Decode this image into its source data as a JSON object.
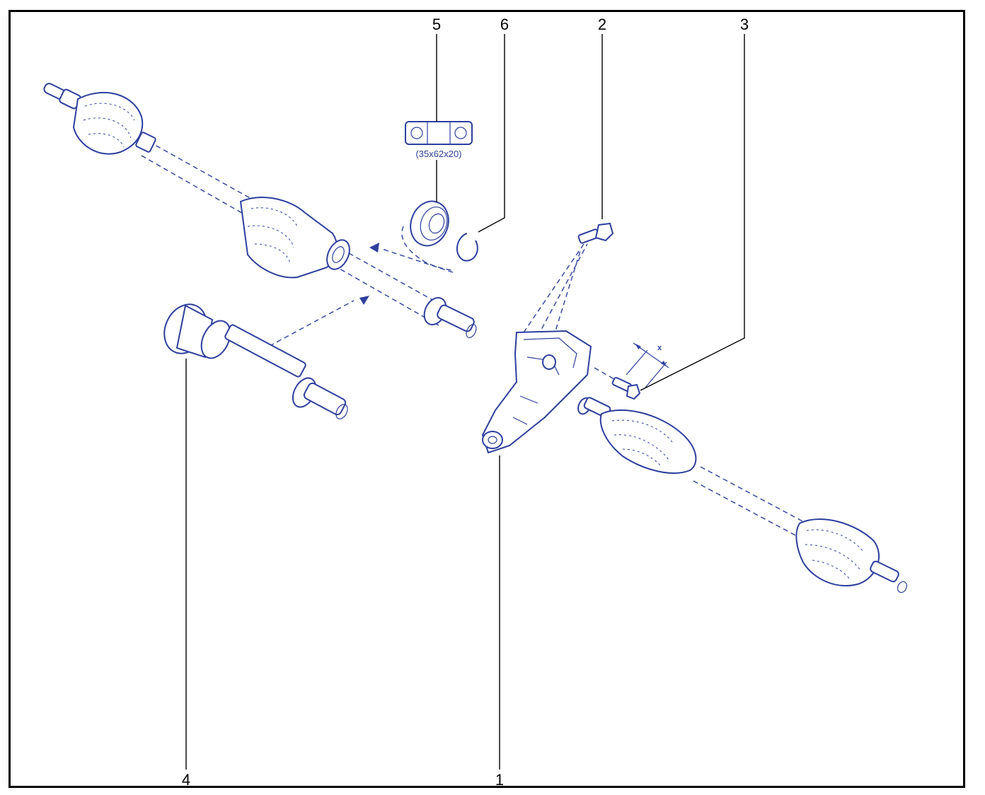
{
  "callouts": {
    "c1": "1",
    "c2": "2",
    "c3": "3",
    "c4": "4",
    "c5": "5",
    "c6": "6"
  },
  "bearing_spec": "(35x62x20)",
  "dimension_label": "x",
  "colors": {
    "line_art": "#2d3f9e",
    "callout": "#000000",
    "frame": "#000000"
  }
}
